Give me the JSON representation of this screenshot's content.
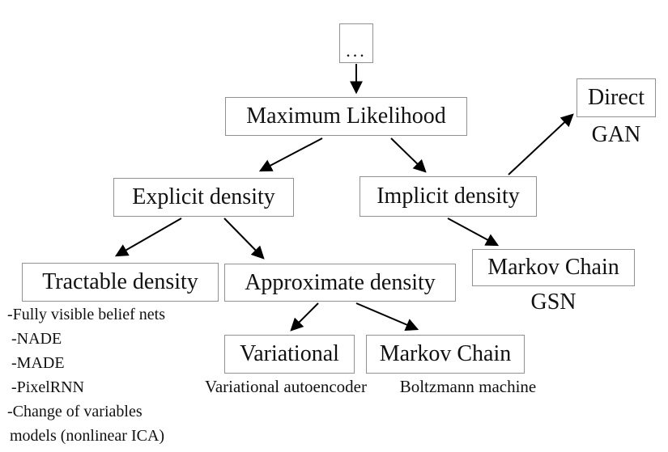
{
  "diagram": {
    "nodes": {
      "root": {
        "label": "..."
      },
      "maximum_likelihood": {
        "label": "Maximum Likelihood"
      },
      "explicit_density": {
        "label": "Explicit density"
      },
      "implicit_density": {
        "label": "Implicit density"
      },
      "direct": {
        "label": "Direct",
        "sublabel": "GAN"
      },
      "markov_chain_gsn": {
        "label": "Markov Chain",
        "sublabel": "GSN"
      },
      "tractable_density": {
        "label": "Tractable density"
      },
      "approximate_density": {
        "label": "Approximate density"
      },
      "variational": {
        "label": "Variational",
        "sublabel": "Variational autoencoder"
      },
      "markov_chain_boltzmann": {
        "label": "Markov Chain",
        "sublabel": "Boltzmann machine"
      }
    },
    "tractable_examples": [
      "-Fully visible belief nets",
      "-NADE",
      "-MADE",
      "-PixelRNN",
      "-Change of variables",
      "models (nonlinear ICA)"
    ],
    "edges": [
      {
        "from": "root",
        "to": "maximum_likelihood"
      },
      {
        "from": "maximum_likelihood",
        "to": "explicit_density"
      },
      {
        "from": "maximum_likelihood",
        "to": "implicit_density"
      },
      {
        "from": "implicit_density",
        "to": "direct"
      },
      {
        "from": "implicit_density",
        "to": "markov_chain_gsn"
      },
      {
        "from": "explicit_density",
        "to": "tractable_density"
      },
      {
        "from": "explicit_density",
        "to": "approximate_density"
      },
      {
        "from": "approximate_density",
        "to": "variational"
      },
      {
        "from": "approximate_density",
        "to": "markov_chain_boltzmann"
      }
    ],
    "colors": {
      "box_border": "#919191",
      "text": "#111111",
      "arrow": "#000000"
    }
  }
}
